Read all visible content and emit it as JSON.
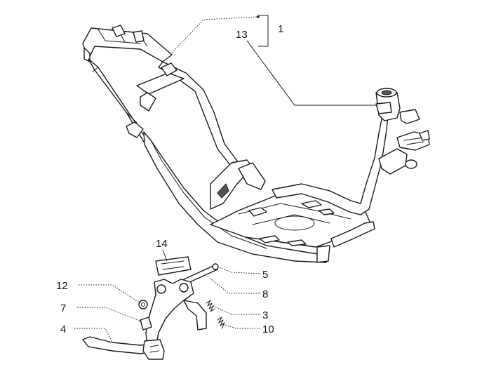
{
  "callouts": {
    "c1": "1",
    "c13": "13",
    "c14": "14",
    "c5": "5",
    "c12": "12",
    "c8": "8",
    "c7": "7",
    "c3": "3",
    "c4": "4",
    "c10": "10"
  }
}
